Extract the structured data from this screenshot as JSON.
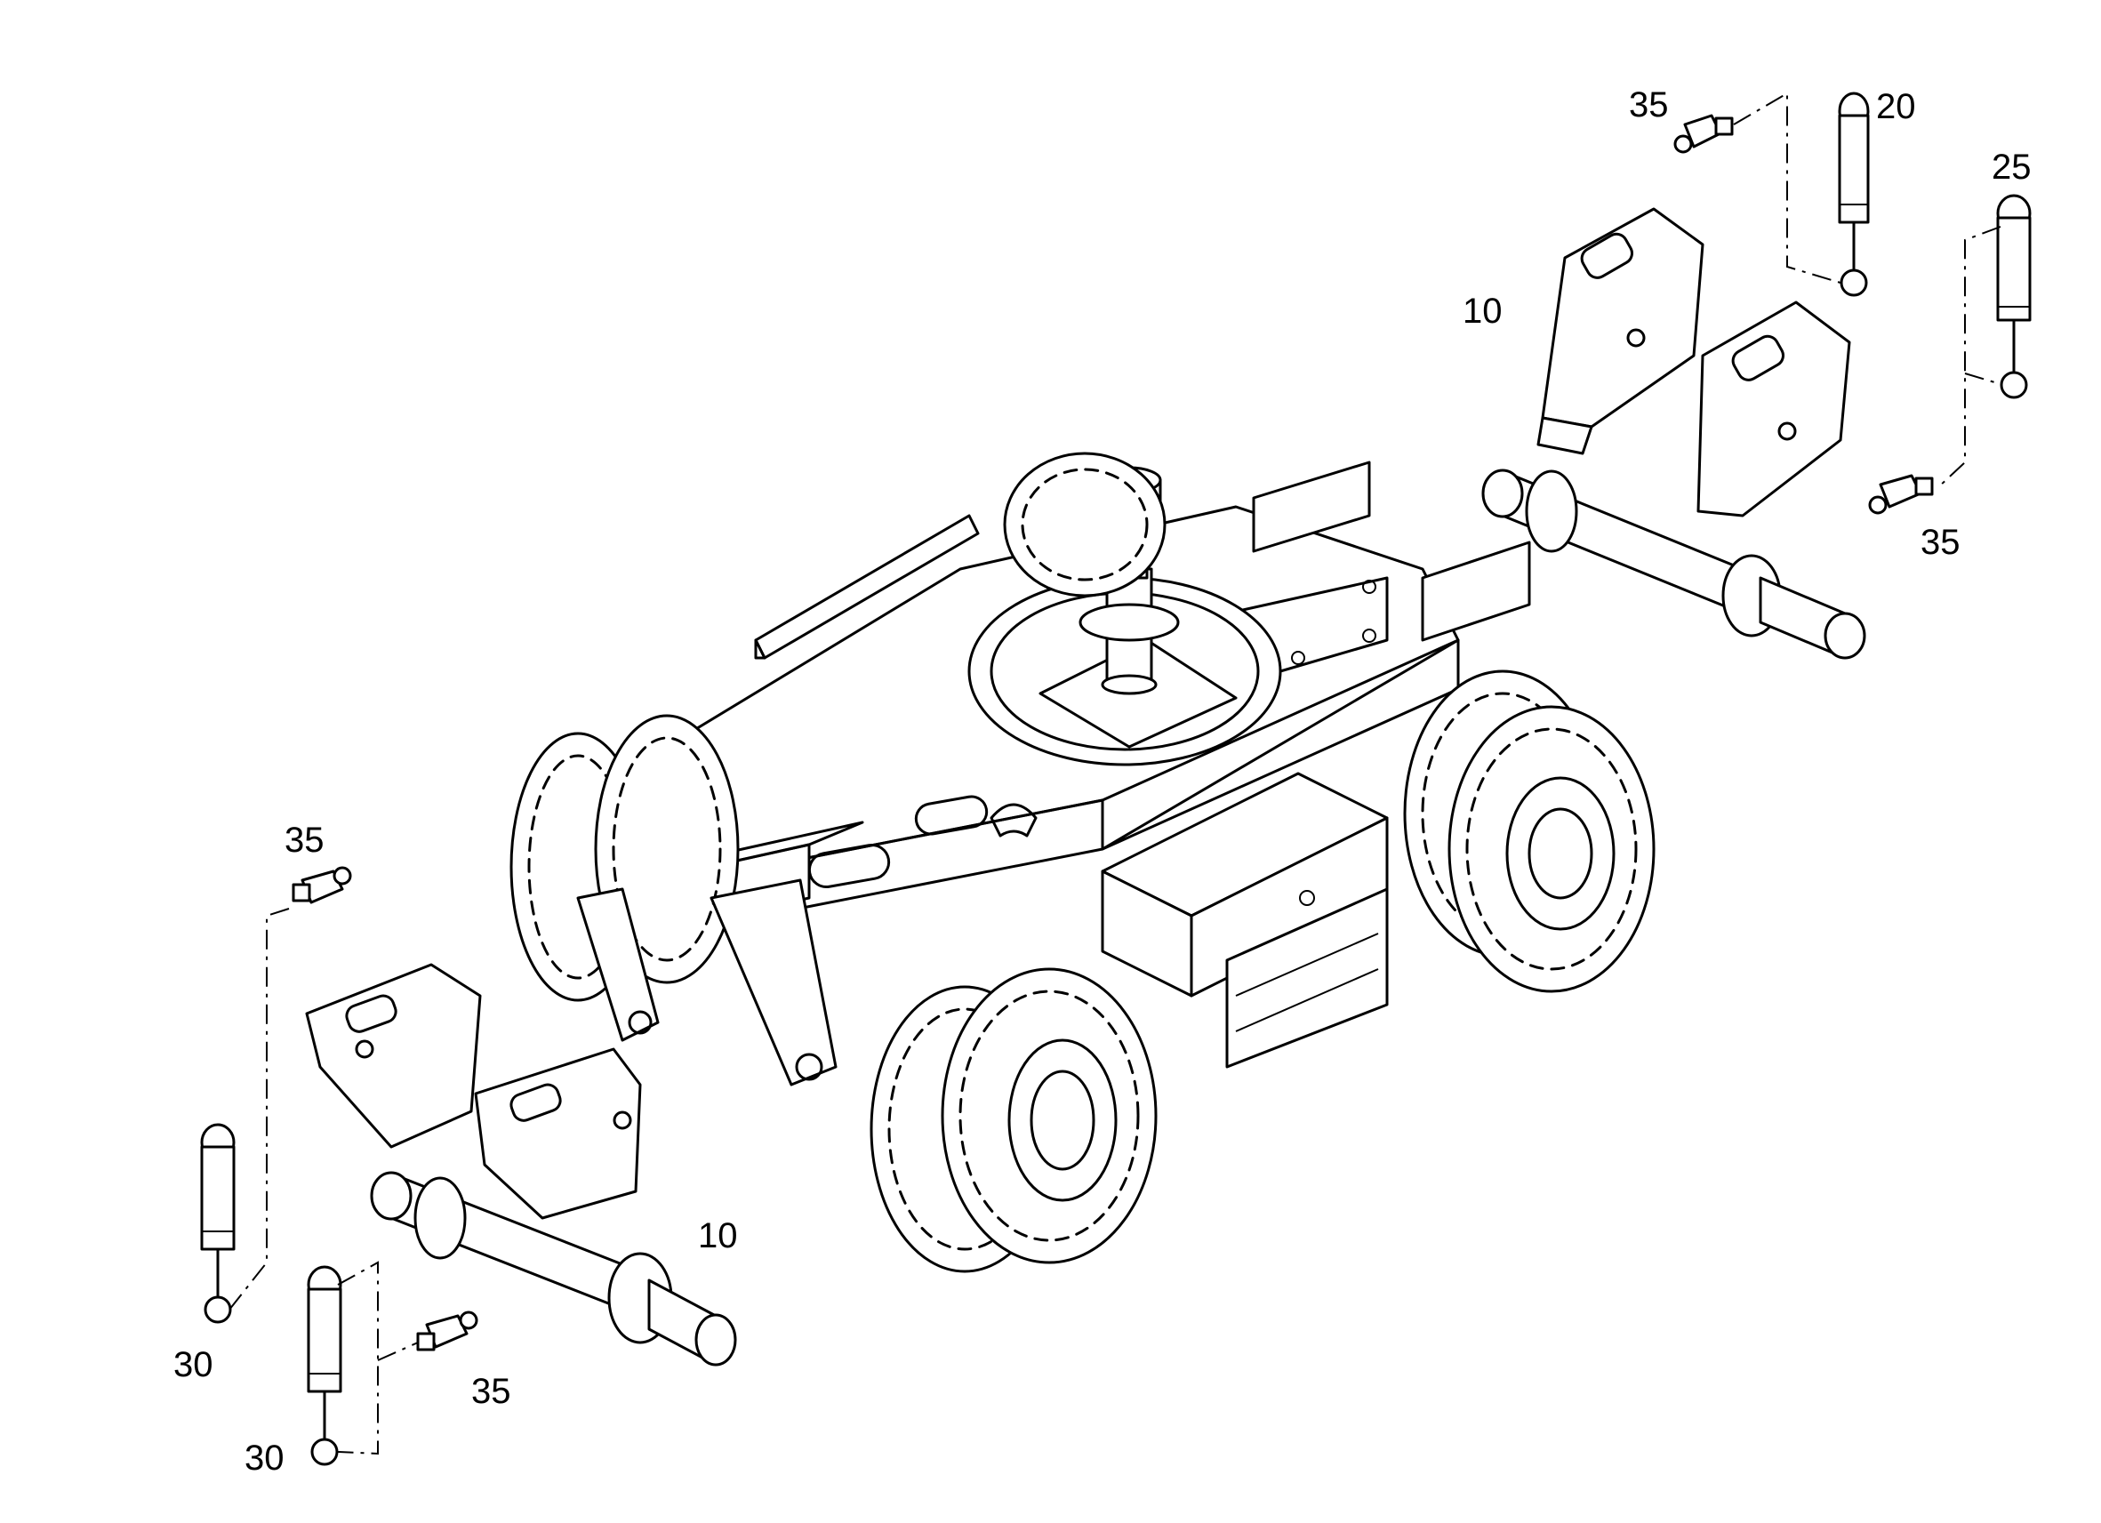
{
  "diagram": {
    "callouts": [
      {
        "id": "c35-top",
        "label": "35"
      },
      {
        "id": "c20",
        "label": "20"
      },
      {
        "id": "c25",
        "label": "25"
      },
      {
        "id": "c10-right",
        "label": "10"
      },
      {
        "id": "c35-right",
        "label": "35"
      },
      {
        "id": "c35-left",
        "label": "35"
      },
      {
        "id": "c10-left",
        "label": "10"
      },
      {
        "id": "c30-upper",
        "label": "30"
      },
      {
        "id": "c35-bottom",
        "label": "35"
      },
      {
        "id": "c30-lower",
        "label": "30"
      }
    ],
    "colors": {
      "line": "#000000",
      "background": "#ffffff"
    }
  }
}
